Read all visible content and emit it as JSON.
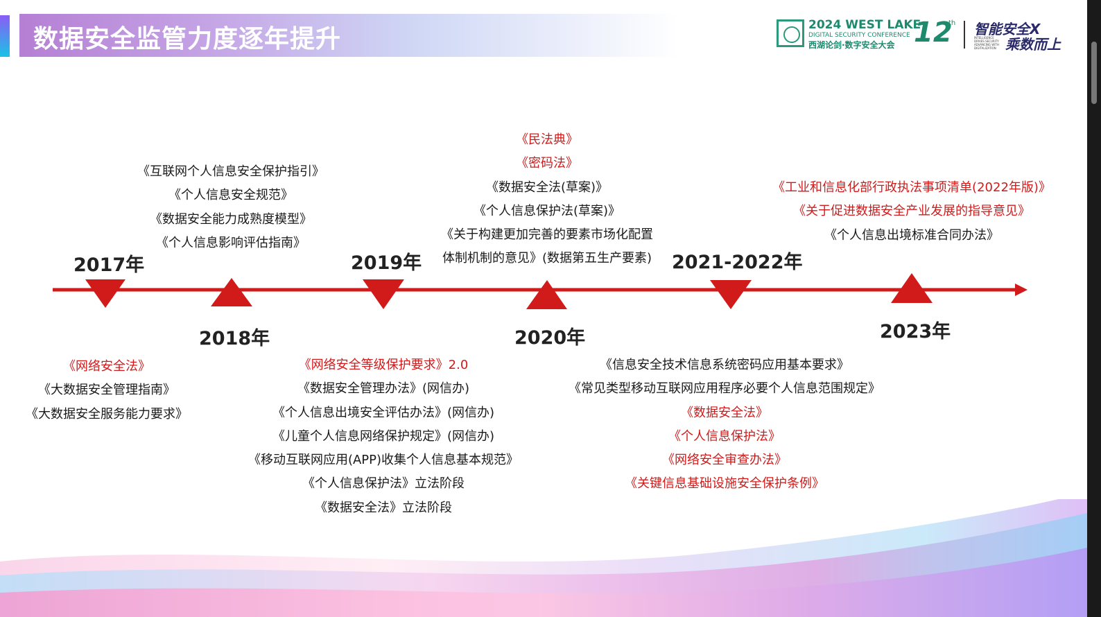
{
  "header": {
    "title": "数据安全监管力度逐年提升"
  },
  "logo": {
    "line1": "2024 WEST LAKE",
    "line2": "DIGITAL SECURITY CONFERENCE",
    "line3": "西湖论剑·数字安全大会",
    "edition": "12",
    "edition_suffix": "th",
    "slogan_line1": "智能安全X",
    "slogan_line2": "乘数而上",
    "slogan_fine": "INTELLIGENCE DRIVES SECURITY ADVANCING WITH DIGITALIZATION"
  },
  "colors": {
    "timeline_red": "#d11a1a",
    "title_gradient_start": "#b57fd4",
    "highlight_text": "#d11a1a",
    "normal_text": "#1a1a1a"
  },
  "timeline": {
    "years": {
      "y2017": "2017年",
      "y2018": "2018年",
      "y2019": "2019年",
      "y2020": "2020年",
      "y2021": "2021-2022年",
      "y2023": "2023年"
    },
    "blocks": {
      "b2017": [
        {
          "text": "《网络安全法》",
          "red": true
        },
        {
          "text": "《大数据安全管理指南》",
          "red": false
        },
        {
          "text": "《大数据安全服务能力要求》",
          "red": false
        }
      ],
      "b2018": [
        {
          "text": "《互联网个人信息安全保护指引》",
          "red": false
        },
        {
          "text": "《个人信息安全规范》",
          "red": false
        },
        {
          "text": "《数据安全能力成熟度模型》",
          "red": false
        },
        {
          "text": "《个人信息影响评估指南》",
          "red": false
        }
      ],
      "b2019": [
        {
          "text": "《网络安全等级保护要求》2.0",
          "red": true
        },
        {
          "text": "《数据安全管理办法》(网信办)",
          "red": false
        },
        {
          "text": "《个人信息出境安全评估办法》(网信办)",
          "red": false
        },
        {
          "text": "《儿童个人信息网络保护规定》(网信办)",
          "red": false
        },
        {
          "text": "《移动互联网应用(APP)收集个人信息基本规范》",
          "red": false
        },
        {
          "text": "《个人信息保护法》立法阶段",
          "red": false
        },
        {
          "text": "《数据安全法》立法阶段",
          "red": false
        }
      ],
      "b2020": [
        {
          "text": "《民法典》",
          "red": true
        },
        {
          "text": "《密码法》",
          "red": true
        },
        {
          "text": "《数据安全法(草案)》",
          "red": false
        },
        {
          "text": "《个人信息保护法(草案)》",
          "red": false
        },
        {
          "text": "《关于构建更加完善的要素市场化配置",
          "red": false
        },
        {
          "text": "体制机制的意见》(数据第五生产要素)",
          "red": false
        }
      ],
      "b2021": [
        {
          "text": "《信息安全技术信息系统密码应用基本要求》",
          "red": false
        },
        {
          "text": "《常见类型移动互联网应用程序必要个人信息范围规定》",
          "red": false
        },
        {
          "text": "《数据安全法》",
          "red": true
        },
        {
          "text": "《个人信息保护法》",
          "red": true
        },
        {
          "text": "《网络安全审查办法》",
          "red": true
        },
        {
          "text": "《关键信息基础设施安全保护条例》",
          "red": true
        }
      ],
      "b2023": [
        {
          "text": "《工业和信息化部行政执法事项清单(2022年版)》",
          "red": true
        },
        {
          "text": "《关于促进数据安全产业发展的指导意见》",
          "red": true
        },
        {
          "text": "《个人信息出境标准合同办法》",
          "red": false
        }
      ]
    }
  }
}
